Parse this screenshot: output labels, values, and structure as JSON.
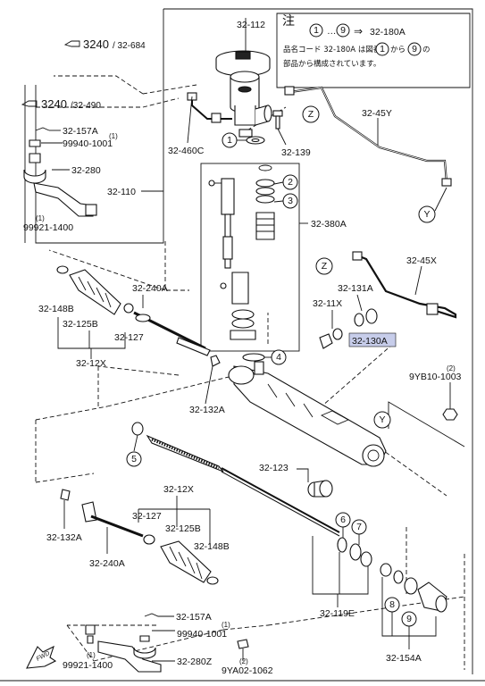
{
  "note": {
    "title": "注",
    "range_start": "1",
    "range_end": "9",
    "ellipsis": "…",
    "arrow": "⇒",
    "target": "32-180A",
    "line2_a": "品名コード 32-180A は図番",
    "line2_from": "1",
    "line2_b": "から",
    "line2_to": "9",
    "line2_c": "の",
    "line3": "部品から構成されています。"
  },
  "refs": {
    "ref1_main": "3240",
    "ref1_sub": "/ 32-684",
    "ref2_main": "3240",
    "ref2_sub": "/32-490"
  },
  "labels": {
    "p_32_112": "32-112",
    "p_32_460c": "32-460C",
    "p_32_139": "32-139",
    "p_32_45y": "32-45Y",
    "p_32_157a_top": "32-157A",
    "p_99940_top": "99940-1001",
    "p_99940_top_qty": "(1)",
    "p_32_280": "32-280",
    "p_32_110": "32-110",
    "p_99921_top_qty": "(1)",
    "p_99921_top": "99921-1400",
    "p_32_380a": "32-380A",
    "p_32_45x": "32-45X",
    "p_32_131a": "32-131A",
    "p_32_11x": "32-11X",
    "p_32_130a": "32-130A",
    "p_32_148b_l": "32-148B",
    "p_32_240a_top": "32-240A",
    "p_32_125b_l": "32-125B",
    "p_32_127_l": "32-127",
    "p_32_12x_l": "32-12X",
    "p_32_132a_top": "32-132A",
    "p_9yb10_qty": "(2)",
    "p_9yb10": "9YB10-1003",
    "p_32_123": "32-123",
    "p_32_12x_b": "32-12X",
    "p_32_127_b": "32-127",
    "p_32_125b_b": "32-125B",
    "p_32_148b_b": "32-148B",
    "p_32_132a_b": "32-132A",
    "p_32_240a_b": "32-240A",
    "p_32_119e": "32-119E",
    "p_32_157a_b": "32-157A",
    "p_99940_b_qty": "(1)",
    "p_99940_b": "99940-1001",
    "p_99921_b_qty": "(1)",
    "p_99921_b": "99921-1400",
    "p_32_280z": "32-280Z",
    "p_9ya02_qty": "(2)",
    "p_9ya02": "9YA02-1062",
    "p_32_154a": "32-154A",
    "fwd": "FWD",
    "pipe_z_top": "Z",
    "pipe_y_top": "Y",
    "pipe_z_mid": "Z",
    "pipe_y_mid": "Y"
  },
  "callouts": [
    "1",
    "2",
    "3",
    "4",
    "5",
    "6",
    "7",
    "8",
    "9"
  ],
  "colors": {
    "highlight": "#c7cdea",
    "ink": "#111111"
  }
}
